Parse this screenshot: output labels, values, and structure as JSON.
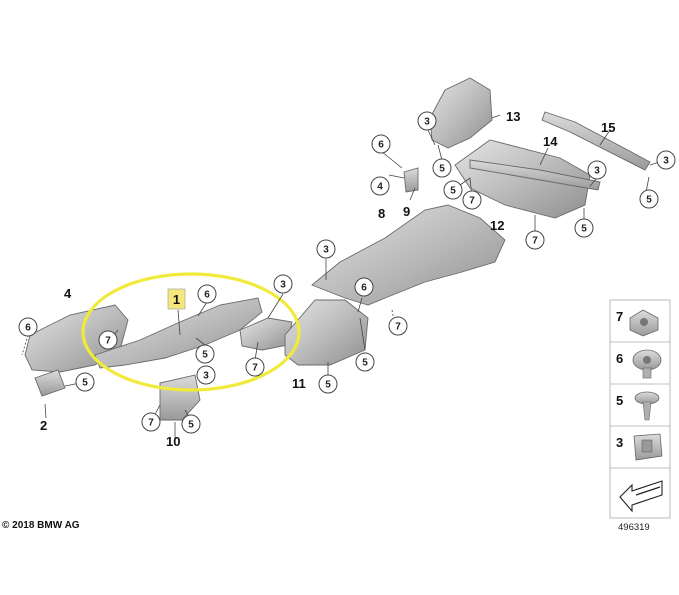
{
  "diagram": {
    "copyright": "© 2018 BMW AG",
    "drawing_number": "496319",
    "part_labels": [
      "1",
      "2",
      "4",
      "8",
      "9",
      "10",
      "11",
      "12",
      "13",
      "14",
      "15"
    ],
    "callouts": [
      "3",
      "5",
      "6",
      "7"
    ],
    "legend_labels": [
      "7",
      "6",
      "5",
      "3"
    ],
    "highlighted_part": "1",
    "colors": {
      "highlight_ellipse": "#f2ea3a",
      "highlight_label": "#f4e77d",
      "shield_fill": "#c4c4c4"
    }
  }
}
